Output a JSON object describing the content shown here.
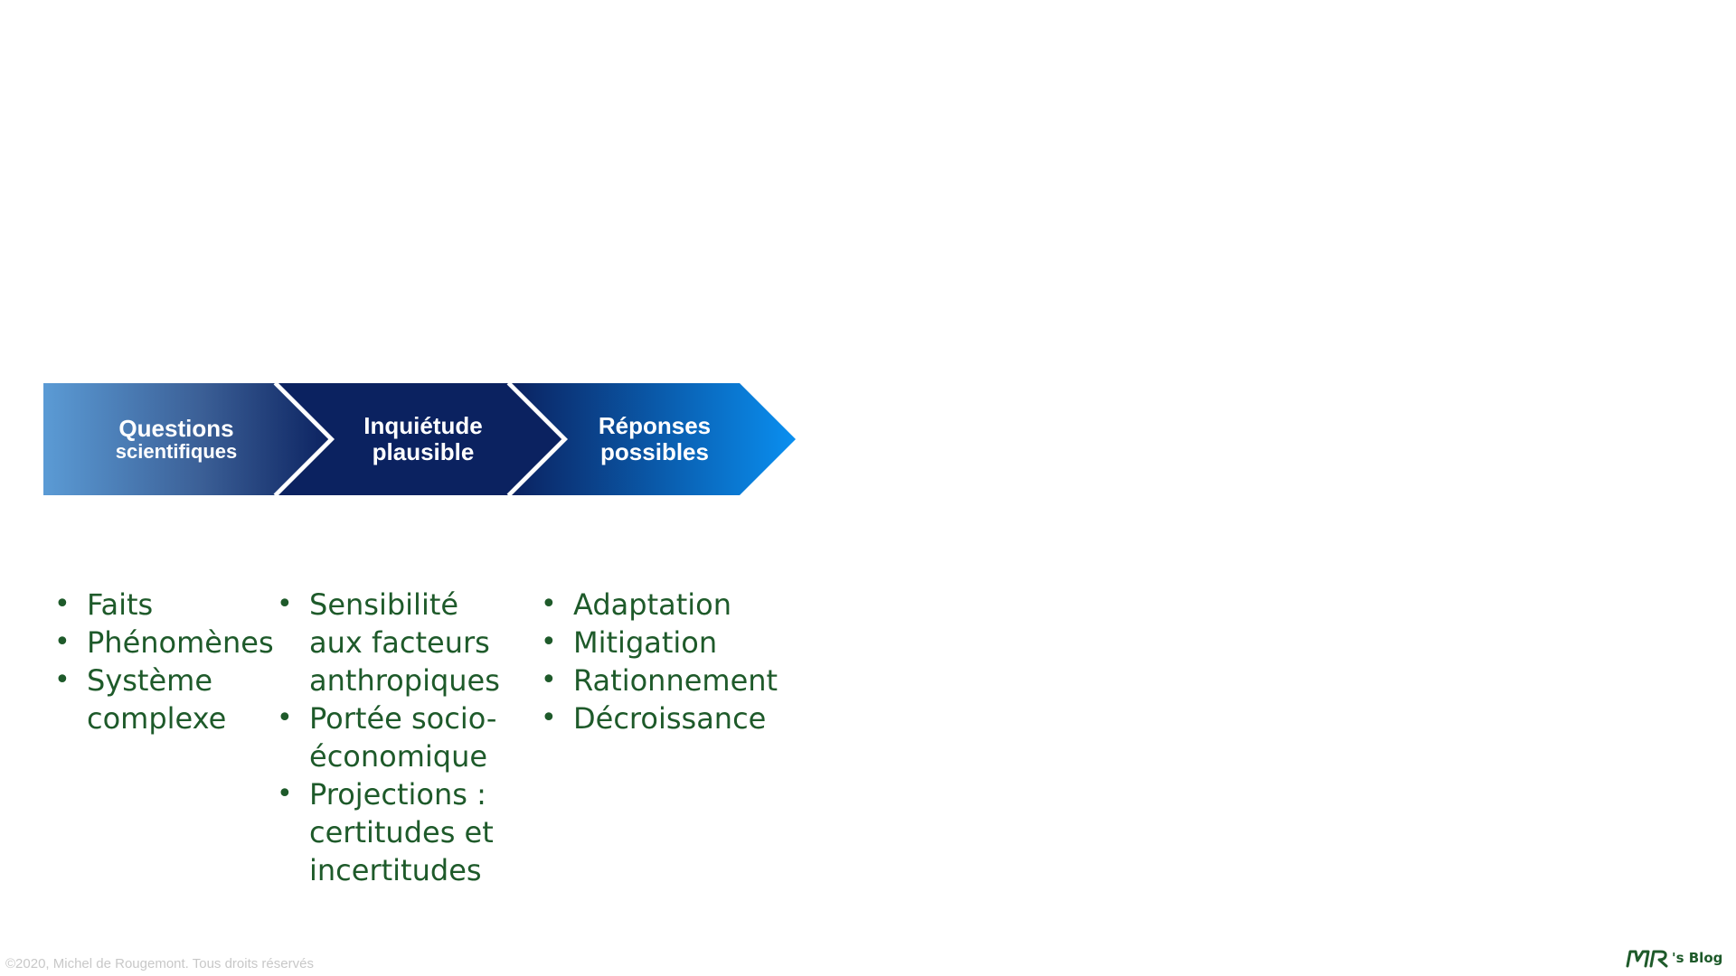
{
  "flow": {
    "steps": [
      {
        "line1": "Questions",
        "line2": "scientifiques"
      },
      {
        "line1": "Inquiétude",
        "line2": "plausible"
      },
      {
        "line1": "Réponses",
        "line2": "possibles"
      }
    ]
  },
  "columns": [
    {
      "items": [
        "Faits",
        "Phénomènes",
        "Système complexe"
      ]
    },
    {
      "items": [
        "Sensibilité aux facteurs anthropiques",
        "Portée socio-économique",
        "Projections : certitudes et incertitudes"
      ]
    },
    {
      "items": [
        "Adaptation",
        "Mitigation",
        "Rationnement",
        "Décroissance"
      ]
    }
  ],
  "footer": {
    "copyright": "©2020, Michel de Rougemont. Tous droits réservés"
  },
  "logo": {
    "mark": "MR",
    "text": "'s Blog"
  },
  "colors": {
    "bullet_text": "#1e5a2a",
    "chevron_dark": "#0b2260",
    "chevron_light": "#5b9bd5",
    "chevron_bright": "#0a8ff0"
  }
}
